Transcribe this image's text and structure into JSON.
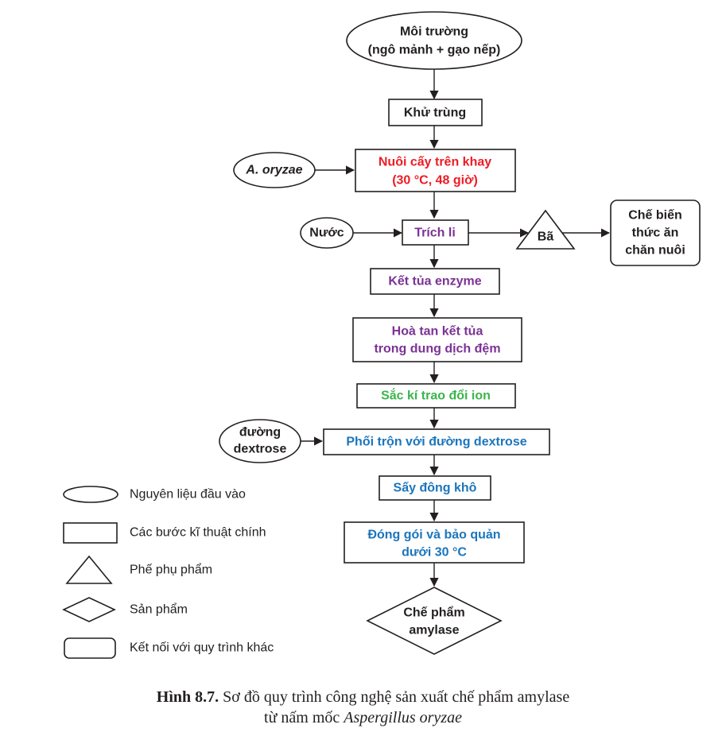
{
  "colors": {
    "dark": "#231f20",
    "red": "#ed1c24",
    "purple": "#7b3294",
    "green": "#39b54a",
    "blue": "#1b75bc"
  },
  "nodes": {
    "moi_truong": {
      "line1": "Môi trường",
      "line2": "(ngô mảnh + gạo nếp)"
    },
    "khu_trung": {
      "label": "Khử trùng"
    },
    "a_oryzae": {
      "label": "A. oryzae"
    },
    "nuoi_cay": {
      "line1": "Nuôi cấy trên khay",
      "line2": "(30 °C, 48 giờ)"
    },
    "nuoc": {
      "label": "Nước"
    },
    "trich_li": {
      "label": "Trích li"
    },
    "ba": {
      "label": "Bã"
    },
    "che_bien": {
      "line1": "Chế biến",
      "line2": "thức ăn",
      "line3": "chăn nuôi"
    },
    "ket_tua": {
      "label": "Kết tủa enzyme"
    },
    "hoa_tan": {
      "line1": "Hoà tan kết tủa",
      "line2": "trong dung dịch đệm"
    },
    "sac_ki": {
      "label": "Sắc kí trao đổi ion"
    },
    "duong_dextrose": {
      "line1": "đường",
      "line2": "dextrose"
    },
    "phoi_tron": {
      "label": "Phối trộn với đường dextrose"
    },
    "say": {
      "label": "Sấy đông khô"
    },
    "dong_goi": {
      "line1": "Đóng gói và bảo quản",
      "line2": "dưới 30 °C"
    },
    "che_pham": {
      "line1": "Chế phẩm",
      "line2": "amylase"
    }
  },
  "legend": [
    {
      "shape": "ellipse",
      "label": "Nguyên liệu đầu vào"
    },
    {
      "shape": "rectangle",
      "label": "Các bước kĩ thuật chính"
    },
    {
      "shape": "triangle",
      "label": "Phế phụ phẩm"
    },
    {
      "shape": "diamond",
      "label": "Sản phẩm"
    },
    {
      "shape": "rounded-rectangle",
      "label": "Kết nối với quy trình khác"
    }
  ],
  "caption": {
    "label": "Hình 8.7.",
    "text": "Sơ đồ quy trình công nghệ sản xuất chế phẩm amylase",
    "line2_prefix": "từ nấm mốc ",
    "line2_italic": "Aspergillus oryzae"
  }
}
